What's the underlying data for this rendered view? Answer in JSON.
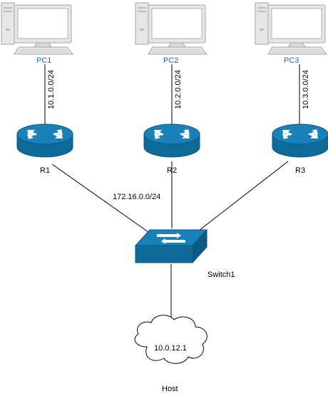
{
  "pcs": [
    {
      "label": "PC1",
      "subnet": "10.1.0.0/24"
    },
    {
      "label": "PC2",
      "subnet": "10.2.0.0/24"
    },
    {
      "label": "PC3",
      "subnet": "10.3.0.0/24"
    }
  ],
  "routers": [
    {
      "label": "R1"
    },
    {
      "label": "R2"
    },
    {
      "label": "R3"
    }
  ],
  "core_network": "172.16.0.0/24",
  "switch": {
    "label": "Switch1"
  },
  "host": {
    "label": "Host",
    "ip": "10.0.12.1"
  },
  "colors": {
    "pc_label": "#1a6fb5",
    "router_fill": "#0e6a99",
    "router_top": "#1781b8",
    "switch_fill": "#0e6a99",
    "pc_frame": "#e6e6e6",
    "pc_screen_border": "#b3b3b3"
  }
}
